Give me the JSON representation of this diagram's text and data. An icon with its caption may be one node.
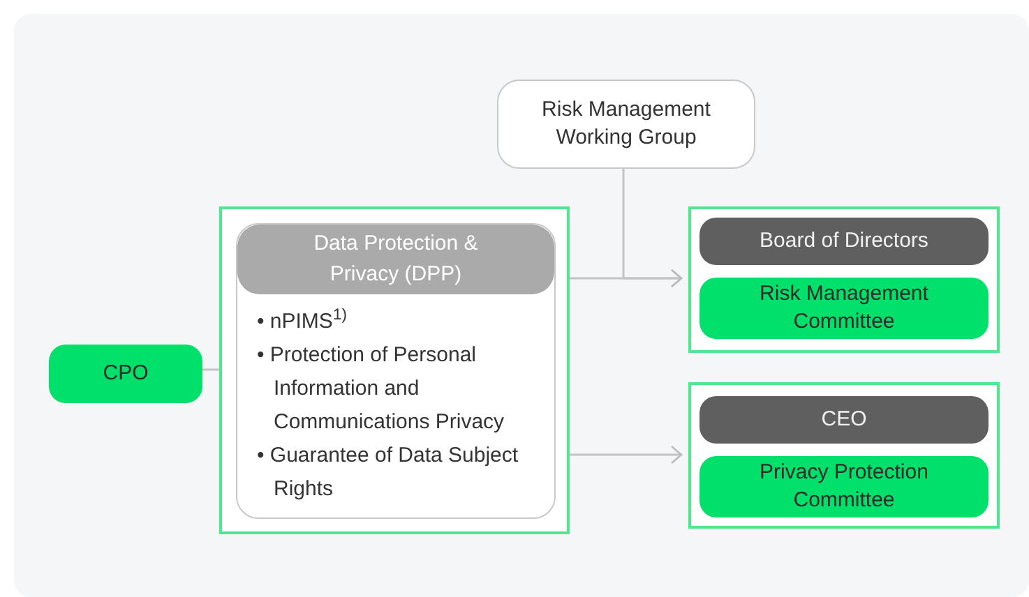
{
  "diagram": {
    "nodes": [
      {
        "text": [
          "CPO"
        ]
      },
      {
        "text": [],
        "shape": "box"
      },
      {
        "text": [
          "Data Protection & Privacy (DPP)",
          "• nPIMS$^{1)}$",
          "• Protection of Personal Information and Communications Privacy",
          "• Guarantee of Data Subject Rights"
        ],
        "in": 1
      },
      {
        "text": [
          "Risk Management Working Group"
        ]
      },
      {
        "text": [],
        "shape": "box"
      },
      {
        "text": [
          "Board of Directors"
        ],
        "in": 4
      },
      {
        "text": [
          "Risk Management Committee"
        ],
        "in": 4
      },
      {
        "text": [],
        "shape": "box"
      },
      {
        "text": [
          "CEO"
        ],
        "in": 7
      },
      {
        "text": [
          "Privacy Protection Committee"
        ],
        "in": 7
      }
    ],
    "edges": [
      {
        "from": 0,
        "to": 1,
        "arrow": "none"
      },
      {
        "from": 1,
        "to": 4,
        "arrow": "to"
      },
      {
        "from": 3,
        "to": 4,
        "arrow": "to"
      },
      {
        "from": 1,
        "to": 7,
        "arrow": "to"
      }
    ]
  }
}
